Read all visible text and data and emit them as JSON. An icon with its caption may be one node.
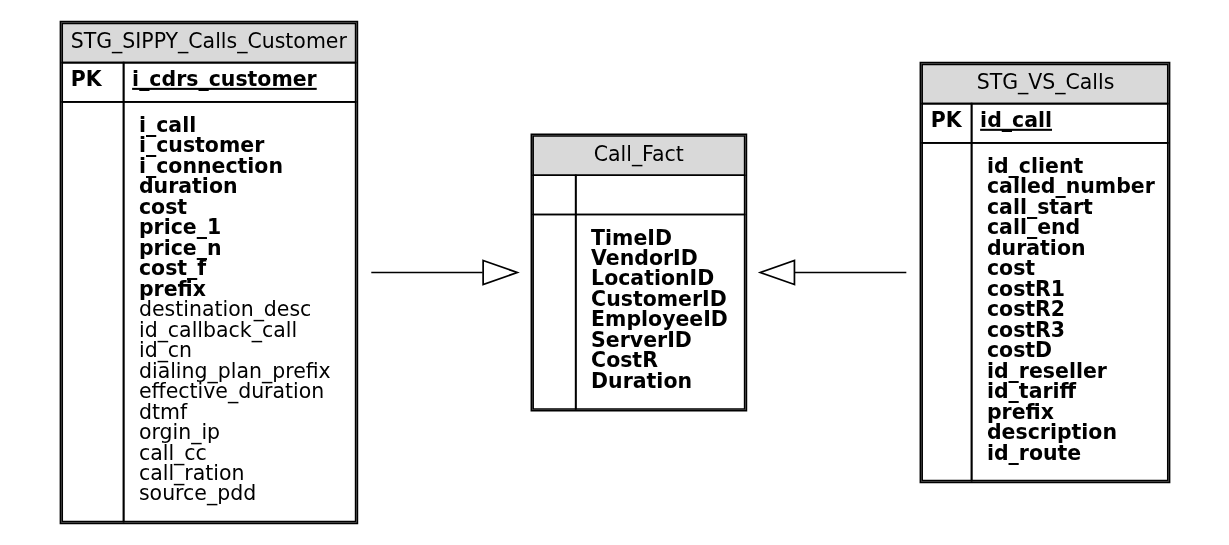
{
  "diagram": {
    "nodes": [
      {
        "text": [
          "STG_SIPPY_Calls_Customer",
          "PK",
          "i_cdrs_customer",
          "i_call",
          "i_customer",
          "i_connection",
          "duration",
          "cost",
          "price_1",
          "price_n",
          "cost_f",
          "prefix",
          "destination_desc",
          "id_callback_call",
          "id_cn",
          "dialing_plan_prefix",
          "effective_duration",
          "dtmf",
          "orgin_ip",
          "call_cc",
          "call_ration",
          "source_pdd"
        ]
      },
      {
        "text": [
          "Call_Fact",
          "TimeID",
          "VendorID",
          "LocationID",
          "CustomerID",
          "EmployeeID",
          "ServerID",
          "CostR",
          "Duration"
        ]
      },
      {
        "text": [
          "STG_VS_Calls",
          "PK",
          "id_call",
          "id_client",
          "called_number",
          "call_start",
          "call_end",
          "duration",
          "cost",
          "costR1",
          "costR2",
          "costR3",
          "costD",
          "id_reseller",
          "id_tariff",
          "prefix",
          "description",
          "id_route"
        ]
      }
    ],
    "edges": [
      {
        "from": 0,
        "to": 1,
        "arrow": "to"
      },
      {
        "from": 2,
        "to": 1,
        "arrow": "to"
      }
    ]
  }
}
